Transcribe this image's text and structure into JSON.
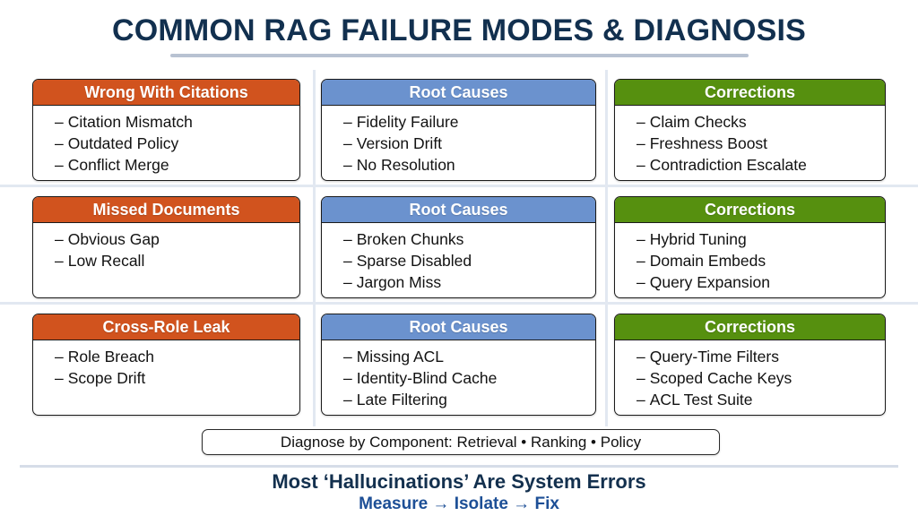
{
  "title": "COMMON RAG FAILURE MODES & DIAGNOSIS",
  "colors": {
    "title": "#12304f",
    "orange": "#d1531e",
    "blue": "#6b92ce",
    "green": "#56900f",
    "divider": "#e2e8f1",
    "footer_accent": "#1d4f96"
  },
  "rows": [
    {
      "failure": {
        "header": "Wrong With Citations",
        "items": [
          "Citation Mismatch",
          "Outdated Policy",
          "Conflict Merge"
        ]
      },
      "causes": {
        "header": "Root Causes",
        "items": [
          "Fidelity Failure",
          "Version Drift",
          "No Resolution"
        ]
      },
      "corrections": {
        "header": "Corrections",
        "items": [
          "Claim Checks",
          "Freshness Boost",
          "Contradiction Escalate"
        ]
      }
    },
    {
      "failure": {
        "header": "Missed Documents",
        "items": [
          "Obvious Gap",
          "Low Recall"
        ]
      },
      "causes": {
        "header": "Root Causes",
        "items": [
          "Broken Chunks",
          "Sparse Disabled",
          "Jargon Miss"
        ]
      },
      "corrections": {
        "header": "Corrections",
        "items": [
          "Hybrid Tuning",
          "Domain Embeds",
          "Query Expansion"
        ]
      }
    },
    {
      "failure": {
        "header": "Cross-Role Leak",
        "items": [
          "Role Breach",
          "Scope Drift"
        ]
      },
      "causes": {
        "header": "Root Causes",
        "items": [
          "Missing ACL",
          "Identity-Blind Cache",
          "Late Filtering"
        ]
      },
      "corrections": {
        "header": "Corrections",
        "items": [
          "Query-Time Filters",
          "Scoped Cache Keys",
          "ACL Test Suite"
        ]
      }
    }
  ],
  "footer": {
    "pill": "Diagnose by Component: Retrieval • Ranking • Policy",
    "headline": "Most ‘Hallucinations’ Are System Errors",
    "subline": "Measure → Isolate → Fix"
  },
  "bullet_dash": "–"
}
